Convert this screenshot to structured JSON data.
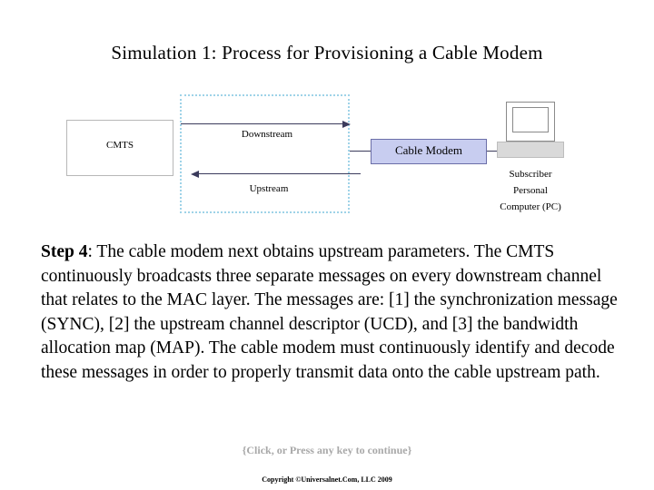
{
  "slide": {
    "title": "Simulation 1: Process for Provisioning a Cable Modem",
    "body_prefix": "Step 4",
    "body_text": ": The cable modem next obtains upstream parameters. The CMTS continuously broadcasts three separate messages on every downstream channel that relates to the MAC layer. The messages are: [1] the synchronization message (SYNC), [2] the upstream channel descriptor (UCD), and [3] the bandwidth allocation map (MAP). The cable modem must continuously identify and decode these messages in order to properly transmit data onto the cable upstream path.",
    "click_note": "{Click, or Press any key to continue}",
    "copyright": "Copyright ©Universalnet.Com, LLC 2009"
  },
  "diagram": {
    "cmts_label": "CMTS",
    "modem_label": "Cable Modem",
    "downstream_label": "Downstream",
    "upstream_label": "Upstream",
    "pc_label_line1": "Subscriber",
    "pc_label_line2": "Personal",
    "pc_label_line3": "Computer (PC)",
    "colors": {
      "modem_fill": "#c8cdf0",
      "modem_border": "#6b6fa8",
      "dotted_region": "#9fd3e8",
      "arrow": "#3b3b5c",
      "cmts_border": "#b8b8b8",
      "pc_base": "#d9d9d9",
      "click_note": "#a8a8a8"
    }
  }
}
